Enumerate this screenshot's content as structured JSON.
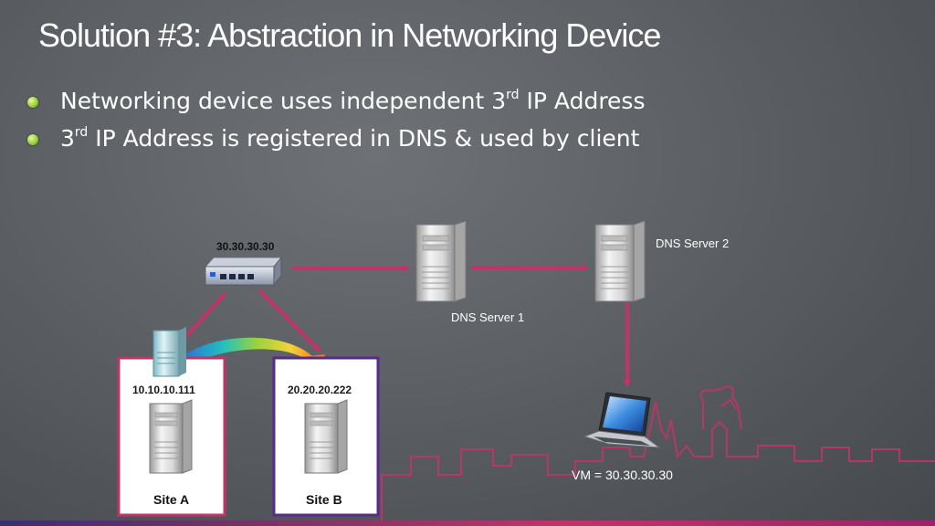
{
  "slide": {
    "title": "Solution #3: Abstraction in Networking Device",
    "bullets": [
      {
        "pre": "Networking device uses independent 3",
        "sup": "rd",
        "post": " IP Address"
      },
      {
        "pre": "3",
        "sup": "rd",
        "post": " IP Address is registered in DNS & used by client"
      }
    ]
  },
  "diagram": {
    "router_ip": "30.30.30.30",
    "dns1": "DNS Server 1",
    "dns2": "DNS Server 2",
    "vm": "VM = 30.30.30.30",
    "site_a": {
      "ip": "10.10.10.111",
      "name": "Site A"
    },
    "site_b": {
      "ip": "20.20.20.222",
      "name": "Site B"
    }
  },
  "colors": {
    "arrow": "#c2336a",
    "site_a_border": "#c2336a",
    "site_b_border": "#5a2a8a",
    "skyline": "#c2336a"
  }
}
